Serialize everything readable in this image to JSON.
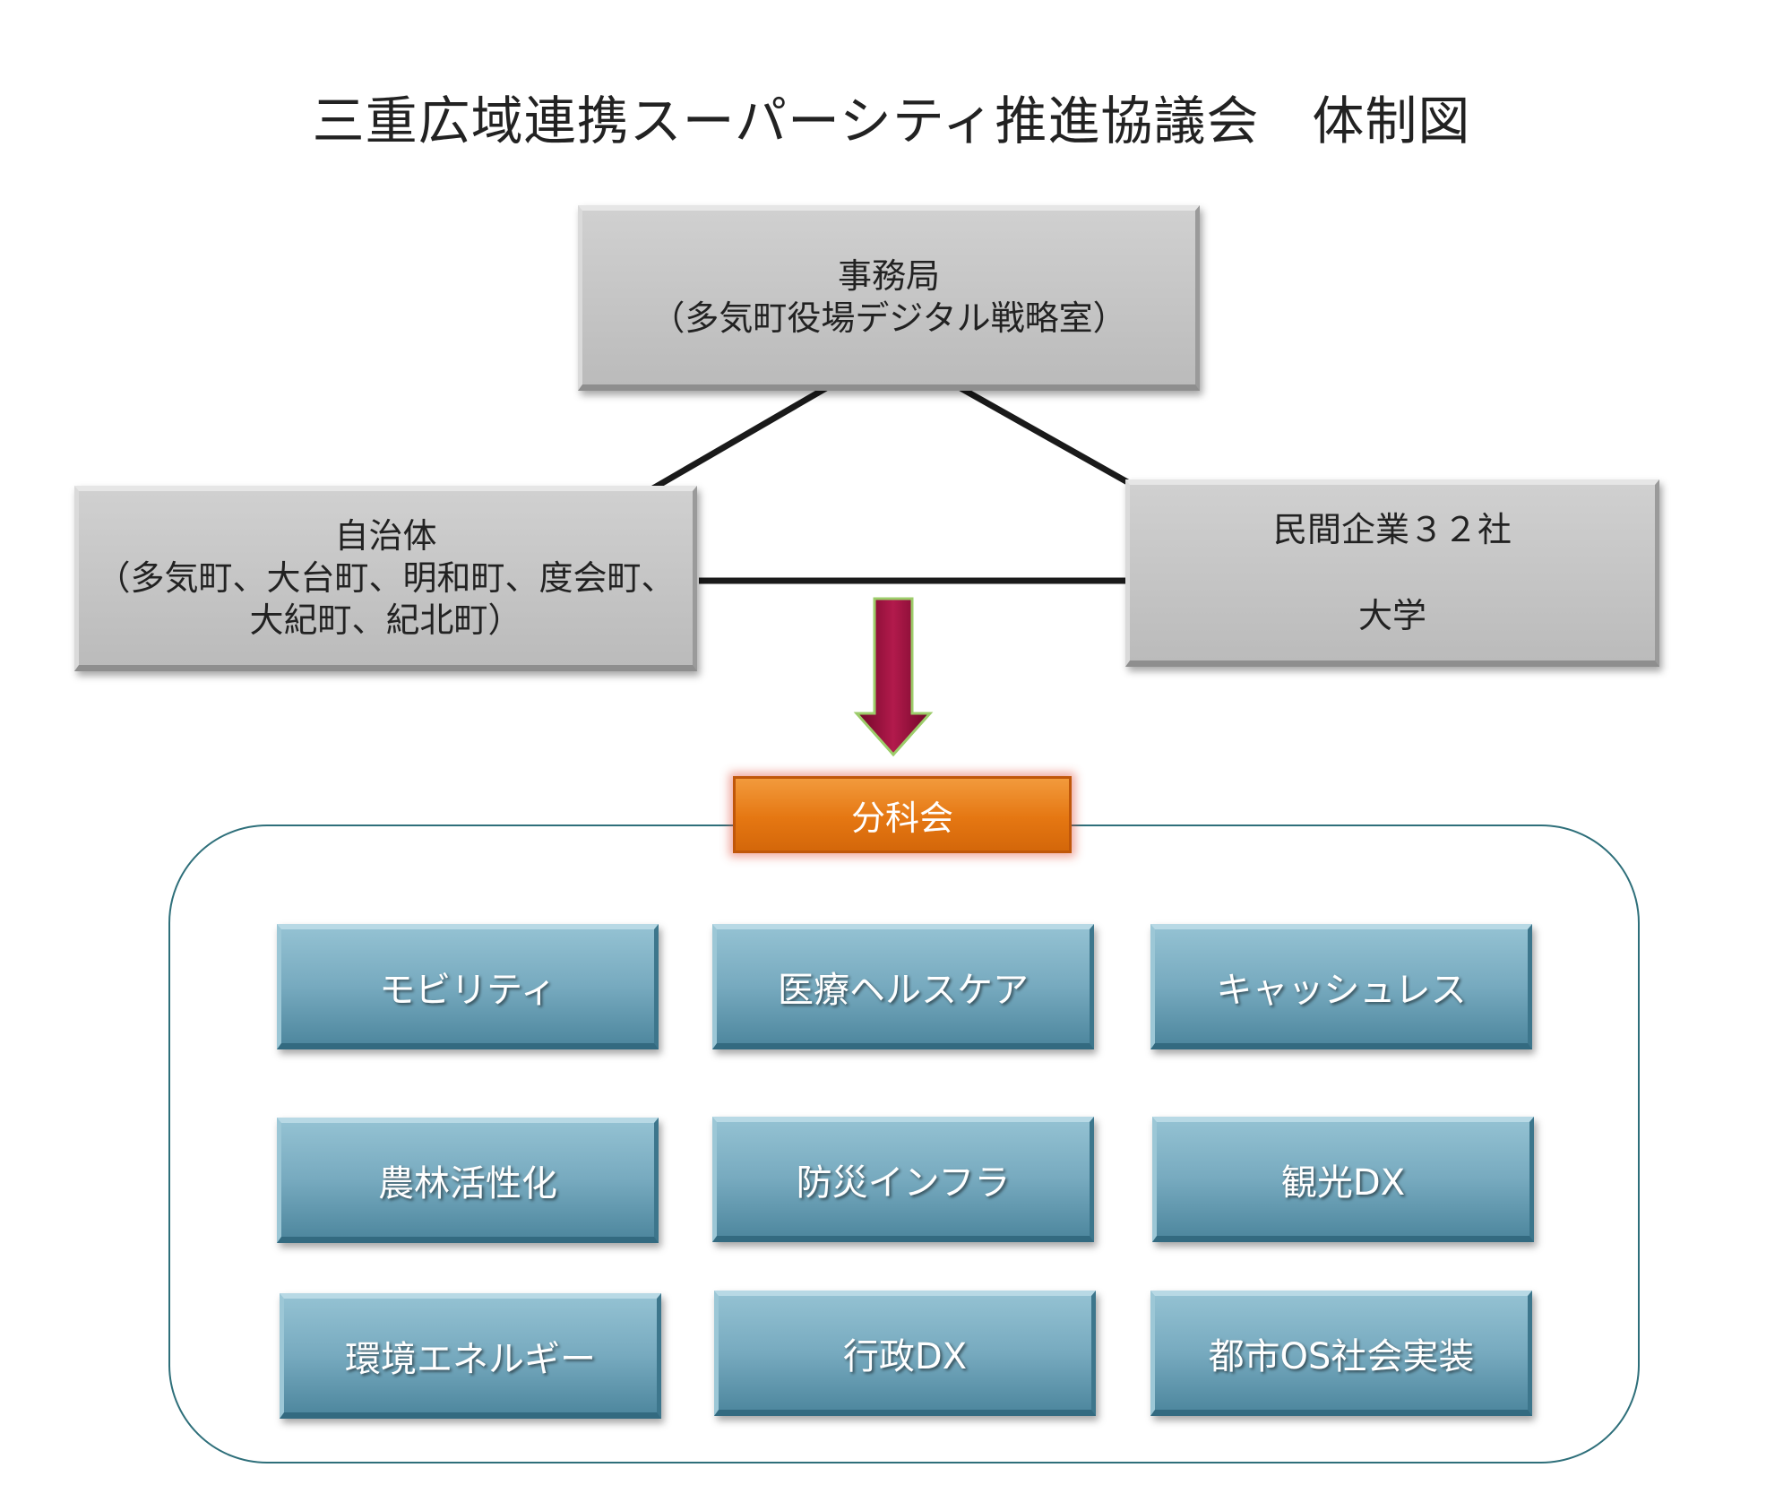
{
  "title": "三重広域連携スーパーシティ推進協議会　体制図",
  "secretariat": {
    "line1": "事務局",
    "line2": "（多気町役場デジタル戦略室）"
  },
  "municipalities": {
    "line1": "自治体",
    "line2": "（多気町、大台町、明和町、度会町、",
    "line3": "大紀町、紀北町）"
  },
  "partners": {
    "line1": "民間企業３２社",
    "line2": "大学"
  },
  "subcommittee_label": "分科会",
  "subcommittees": [
    "モビリティ",
    "医療ヘルスケア",
    "キャッシュレス",
    "農林活性化",
    "防災インフラ",
    "観光DX",
    "環境エネルギー",
    "行政DX",
    "都市OS社会実装"
  ],
  "colors": {
    "gray_box": "#bfbfbf",
    "teal_box": "#6fa3b8",
    "orange_box": "#e57712",
    "arrow": "#9b0d3a",
    "frame": "#2e6f7a"
  }
}
